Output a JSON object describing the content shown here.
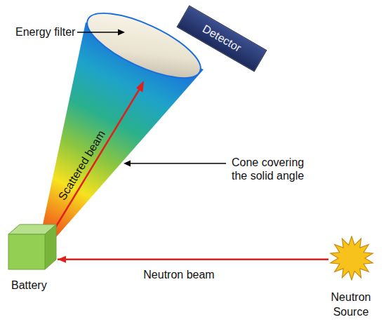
{
  "diagram": {
    "nodes": [
      {
        "text": [
          "Detector"
        ]
      },
      {
        "text": [
          "Battery"
        ]
      },
      {
        "text": [
          "Neutron Source"
        ]
      }
    ],
    "edges": [
      {
        "from": 2,
        "to": 1,
        "arrow": "to",
        "label": "Neutron beam"
      }
    ],
    "labels": [
      "Energy filter",
      "Scattered beam",
      "Cone covering the solid angle"
    ]
  }
}
